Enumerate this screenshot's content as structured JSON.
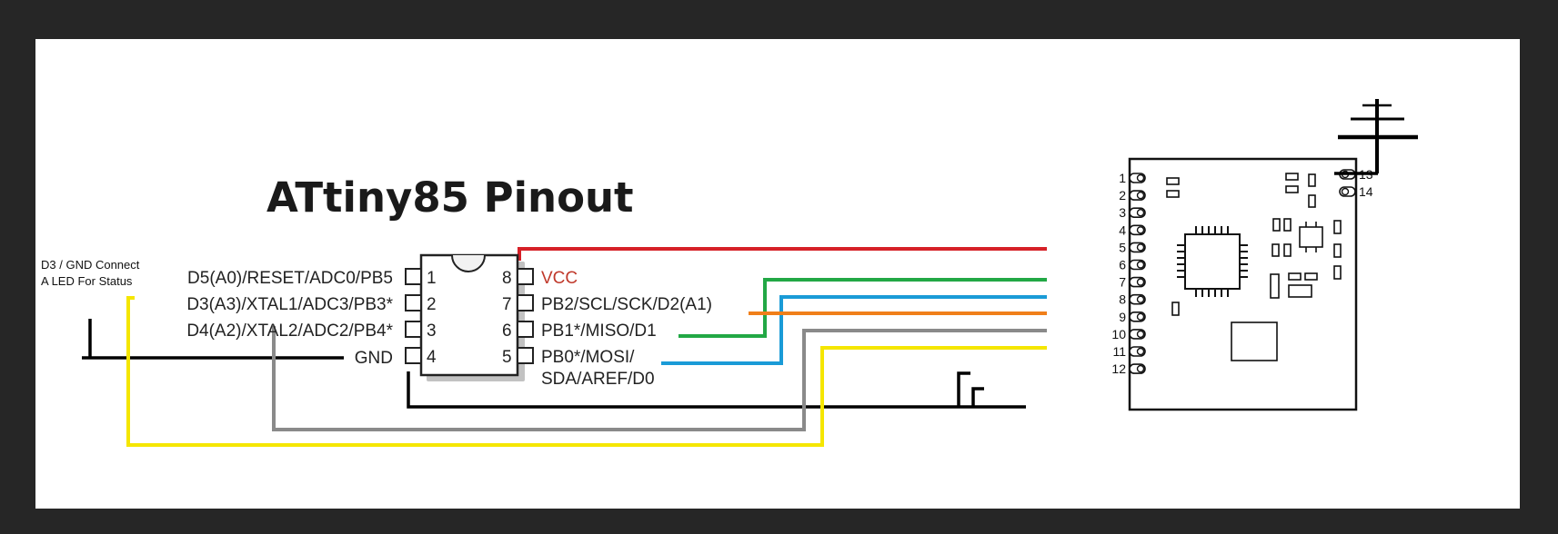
{
  "title": "ATtiny85 Pinout",
  "note": {
    "line1": "D3 / GND Connect",
    "line2": "A LED For Status"
  },
  "attiny": {
    "left_pins": [
      {
        "num": "1",
        "label": "D5(A0)/RESET/ADC0/PB5"
      },
      {
        "num": "2",
        "label": "D3(A3)/XTAL1/ADC3/PB3*"
      },
      {
        "num": "3",
        "label": "D4(A2)/XTAL2/ADC2/PB4*"
      },
      {
        "num": "4",
        "label": "GND"
      }
    ],
    "right_pins": [
      {
        "num": "8",
        "label": "VCC"
      },
      {
        "num": "7",
        "label": "PB2/SCL/SCK/D2(A1)"
      },
      {
        "num": "6",
        "label": "PB1*/MISO/D1"
      },
      {
        "num": "5",
        "label": "PB0*/MOSI/",
        "label2": "SDA/AREF/D0"
      }
    ]
  },
  "module": {
    "pins_left": [
      "1",
      "2",
      "3",
      "4",
      "5",
      "6",
      "7",
      "8",
      "9",
      "10",
      "11",
      "12"
    ],
    "pins_right": [
      "13",
      "14"
    ]
  },
  "colors": {
    "vcc": "#d62027",
    "green": "#22a845",
    "blue": "#1a9bd7",
    "orange": "#f07f1a",
    "gray": "#8a8a8a",
    "yellow": "#f5e600",
    "black": "#000000",
    "vcc_text": "#c0392b"
  }
}
